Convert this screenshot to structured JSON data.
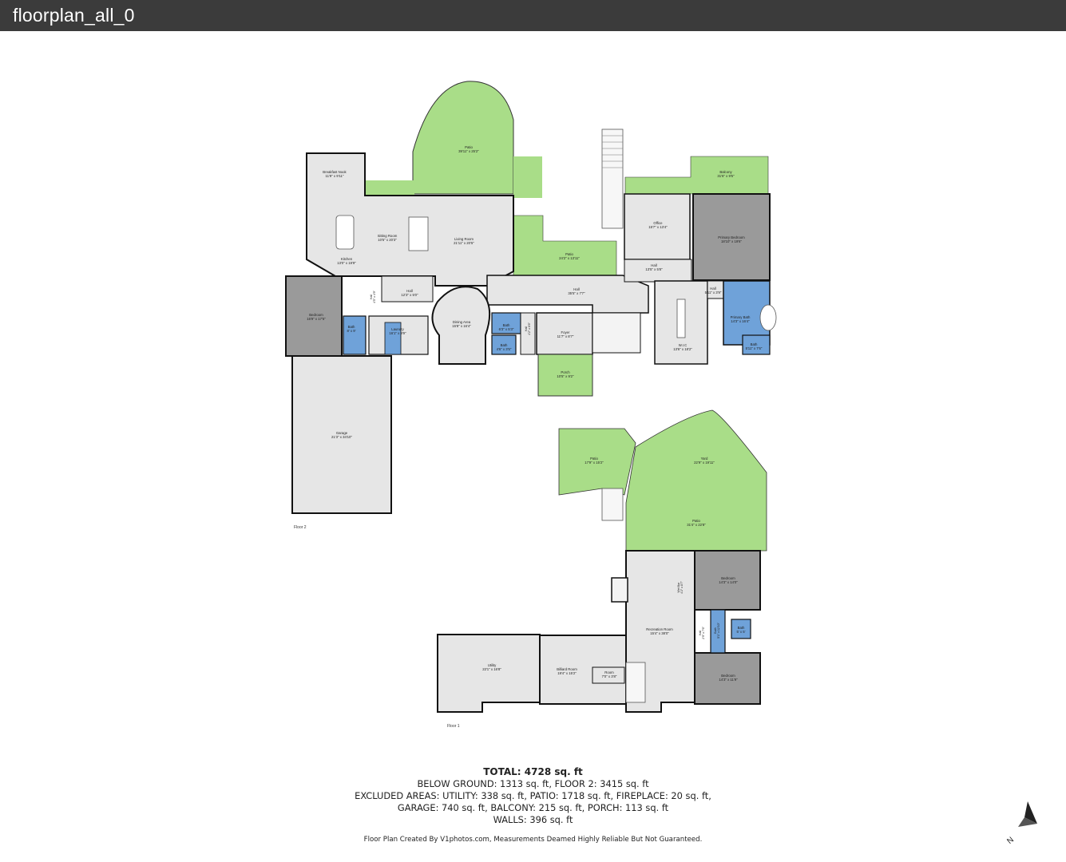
{
  "window": {
    "title": "floorplan_all_0"
  },
  "colors": {
    "titlebar": "#3b3b3b",
    "outdoor": "#a9dd88",
    "room": "#e6e6e6",
    "bath": "#6fa2d9",
    "bedroom_dark": "#9a9a9a",
    "wall": "#111111"
  },
  "floor2": {
    "label": "Floor 2",
    "rooms": [
      {
        "name": "Patio",
        "dims": "39'11\" x 25'2\""
      },
      {
        "name": "Breakfast Nook",
        "dims": "11'9\" x 9'11\""
      },
      {
        "name": "Sitting Room",
        "dims": "10'5\" x 20'3\""
      },
      {
        "name": "Living Room",
        "dims": "21'11\" x 20'5\""
      },
      {
        "name": "Kitchen",
        "dims": "13'0\" x 19'9\""
      },
      {
        "name": "Hall",
        "dims": "12'3\" x 5'0\""
      },
      {
        "name": "Hall",
        "dims": "4'5\" x 4'9\""
      },
      {
        "name": "Bedroom",
        "dims": "16'9\" x 17'5\""
      },
      {
        "name": "Bath",
        "dims": "8' x 9'"
      },
      {
        "name": "Laundry",
        "dims": "16'1\" x 9'9\""
      },
      {
        "name": "Dining Area",
        "dims": "15'8\" x 16'4\""
      },
      {
        "name": "Bath",
        "dims": "6'3\" x 5'3\""
      },
      {
        "name": "Bath",
        "dims": "4'6\" x 3'5\""
      },
      {
        "name": "Hall",
        "dims": "4'2\" x 6'6\""
      },
      {
        "name": "Foyer",
        "dims": "11'7\" x 8'7\""
      },
      {
        "name": "Porch",
        "dims": "10'5\" x 9'2\""
      },
      {
        "name": "Patio",
        "dims": "24'2\" x 13'11\""
      },
      {
        "name": "Hall",
        "dims": "35'5\" x 7'7\""
      },
      {
        "name": "Balcony",
        "dims": "31'6\" x 9'5\""
      },
      {
        "name": "Office",
        "dims": "15'7\" x 13'4\""
      },
      {
        "name": "Primary Bedroom",
        "dims": "18'10\" x 19'6\""
      },
      {
        "name": "Hall",
        "dims": "13'5\" x 5'8\""
      },
      {
        "name": "Hall",
        "dims": "5'11\" x 3'9\""
      },
      {
        "name": "W.I.C",
        "dims": "13'6\" x 18'2\""
      },
      {
        "name": "Primary Bath",
        "dims": "14'3\" x 16'4\""
      },
      {
        "name": "Bath",
        "dims": "5'11\" x 7'6\""
      },
      {
        "name": "Garage",
        "dims": "21'3\" x 34'10\""
      }
    ]
  },
  "floor1": {
    "label": "Floor 1",
    "rooms": [
      {
        "name": "Patio",
        "dims": "17'9\" x 15'2\""
      },
      {
        "name": "Yard",
        "dims": "22'9\" x 19'11\""
      },
      {
        "name": "Patio",
        "dims": "31'4\" x 22'8\""
      },
      {
        "name": "Wet Bar",
        "dims": "4'2\" x 8'7\""
      },
      {
        "name": "Bedroom",
        "dims": "14'3\" x 14'0\""
      },
      {
        "name": "Recreation Room",
        "dims": "15'4\" x 38'0\""
      },
      {
        "name": "Hall",
        "dims": "2'9\" x 7'6\""
      },
      {
        "name": "Bath",
        "dims": "5'1\" x 12'10\""
      },
      {
        "name": "Bath",
        "dims": "5' x 5'"
      },
      {
        "name": "Bedroom",
        "dims": "14'3\" x 11'9\""
      },
      {
        "name": "Utility",
        "dims": "22'1\" x 16'8\""
      },
      {
        "name": "Billiard Room",
        "dims": "19'4\" x 15'2\""
      },
      {
        "name": "Room",
        "dims": "7'0\" x 3'8\""
      }
    ]
  },
  "summary": {
    "total": "TOTAL: 4728 sq. ft",
    "line1": "BELOW GROUND: 1313 sq. ft, FLOOR 2: 3415 sq. ft",
    "line2": "EXCLUDED AREAS: UTILITY: 338 sq. ft, PATIO: 1718 sq. ft, FIREPLACE: 20 sq. ft,",
    "line3": "GARAGE: 740 sq. ft, BALCONY: 215 sq. ft, PORCH: 113 sq. ft",
    "line4": "WALLS: 396 sq. ft"
  },
  "credit": "Floor Plan Created By V1photos.com, Measurements Deamed Highly Reliable But Not Guaranteed.",
  "compass": {
    "letter": "N",
    "icon": "north-arrow-icon"
  }
}
